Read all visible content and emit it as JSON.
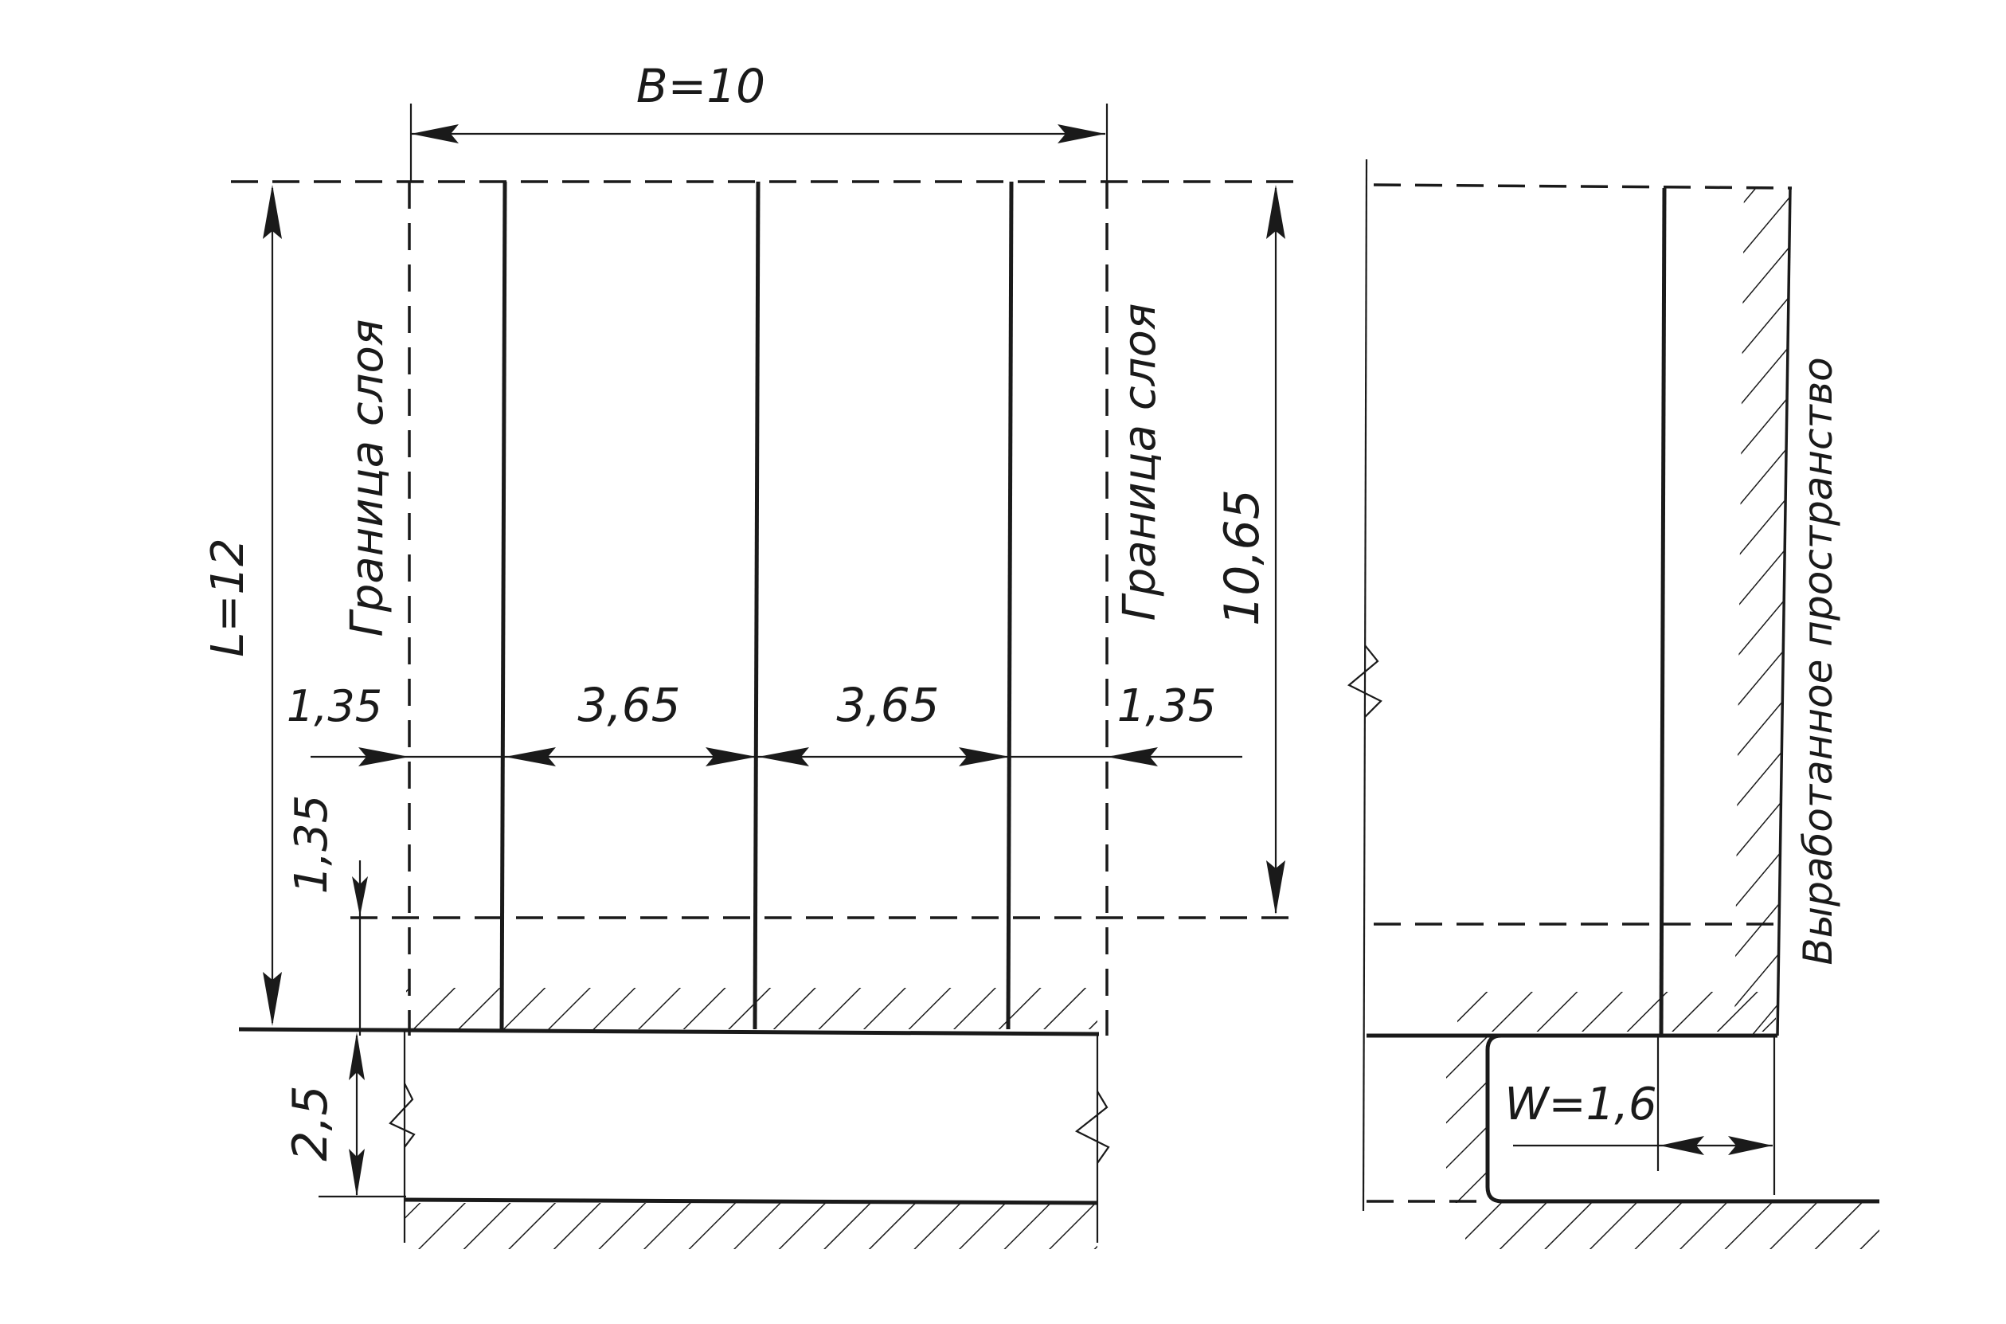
{
  "drawing": {
    "width_label": "B=10",
    "height_label": "L=12",
    "layer_boundary_left": "Граница слоя",
    "layer_boundary_right": "Граница слоя",
    "depth_label": "10,65",
    "spacing_left": "1,35",
    "spacing_a": "3,65",
    "spacing_b": "3,65",
    "spacing_right": "1,35",
    "offset_label": "1,35",
    "base_thickness_label": "2,5",
    "worked_space_label": "Выработанное пространство",
    "w_label": "W=1,6"
  }
}
